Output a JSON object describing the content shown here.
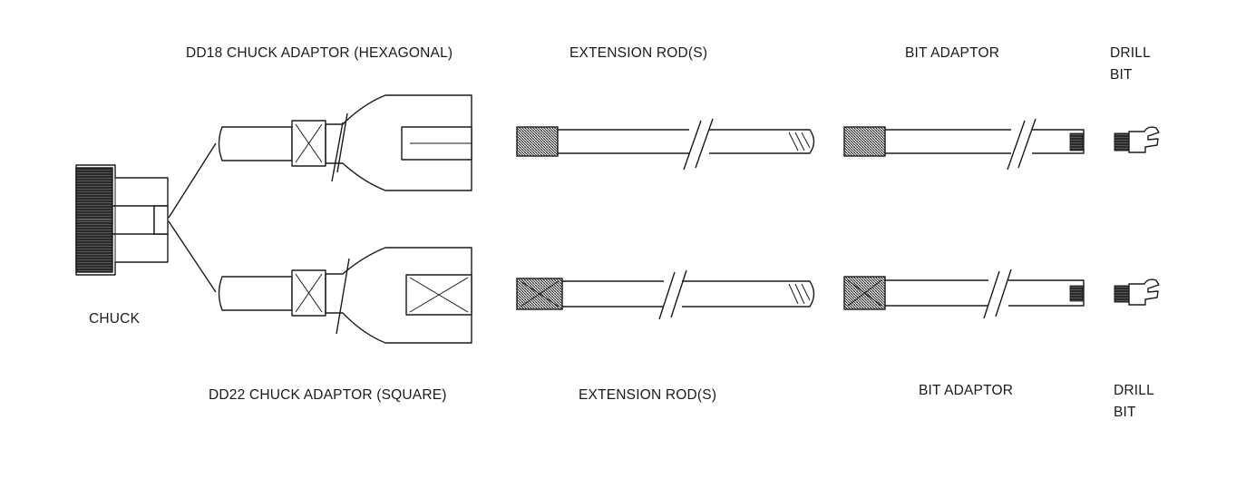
{
  "labels": {
    "top_adaptor": "DD18 CHUCK ADAPTOR (HEXAGONAL)",
    "top_rods": "EXTENSION ROD(S)",
    "top_bit_adaptor": "BIT ADAPTOR",
    "top_drill_bit_line1": "DRILL",
    "top_drill_bit_line2": "BIT",
    "chuck": "CHUCK",
    "bottom_adaptor": "DD22 CHUCK ADAPTOR (SQUARE)",
    "bottom_rods": "EXTENSION ROD(S)",
    "bottom_bit_adaptor": "BIT ADAPTOR",
    "bottom_drill_bit_line1": "DRILL",
    "bottom_drill_bit_line2": "BIT"
  }
}
